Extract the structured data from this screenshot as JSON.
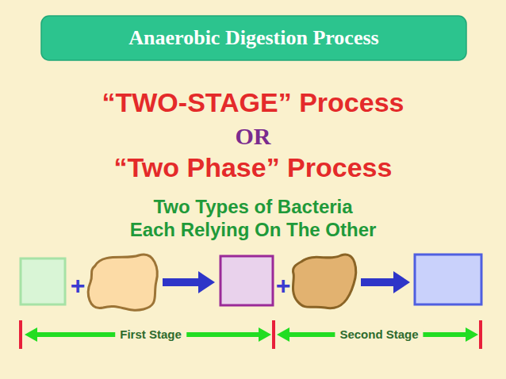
{
  "diagram": {
    "title": "Anaerobic Digestion Process",
    "labels": [
      "“TWO-STAGE” Process",
      "OR",
      "“Two Phase” Process",
      "Two Types of Bacteria",
      "Each Relying On The Other",
      "+",
      "+",
      "First Stage",
      "Second Stage"
    ]
  }
}
